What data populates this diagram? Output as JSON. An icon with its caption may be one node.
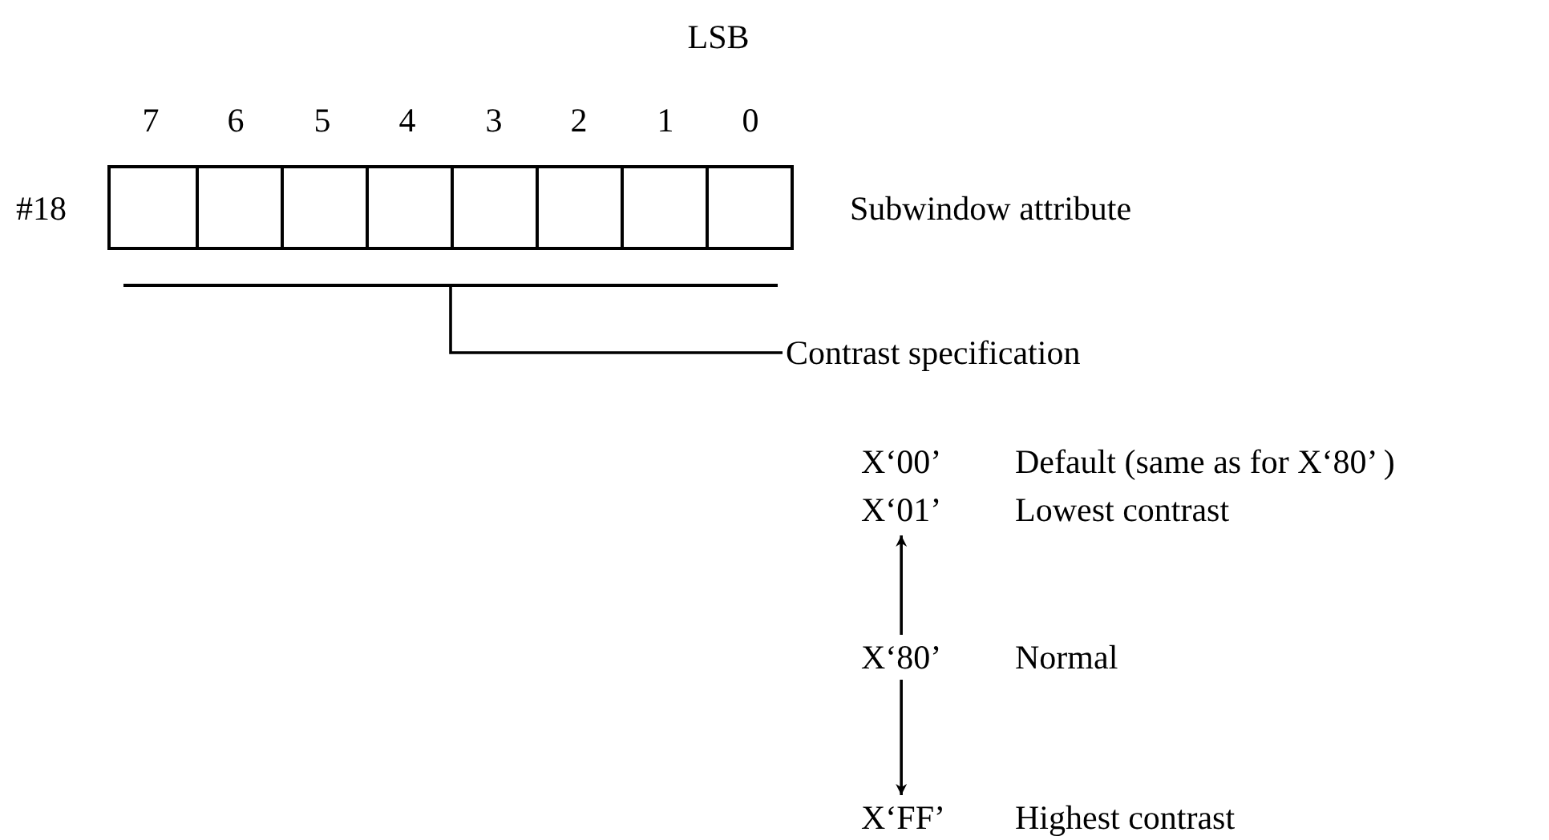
{
  "diagram": {
    "nodes": [
      {
        "text": [],
        "shape": "box",
        "beside": [
          "#18",
          "Subwindow attribute"
        ]
      },
      {
        "text": [],
        "shape": "bar"
      },
      {
        "text": [
          "Contrast specification"
        ]
      },
      {
        "text": [
          "X‘01’",
          "Lowest contrast"
        ]
      },
      {
        "text": [
          "X‘80’",
          "Normal"
        ]
      },
      {
        "text": [
          "X‘FF’",
          "Highest contrast"
        ]
      }
    ],
    "edges": [
      {
        "from": 2,
        "to": 1,
        "arrow": "none"
      },
      {
        "from": 4,
        "to": 3,
        "arrow": "to"
      },
      {
        "from": 4,
        "to": 5,
        "arrow": "to"
      }
    ],
    "labels": [
      "LSB",
      "7",
      "6",
      "5",
      "4",
      "3",
      "2",
      "1",
      "0",
      "X‘00’",
      "Default (same as for X‘80’ )"
    ]
  }
}
